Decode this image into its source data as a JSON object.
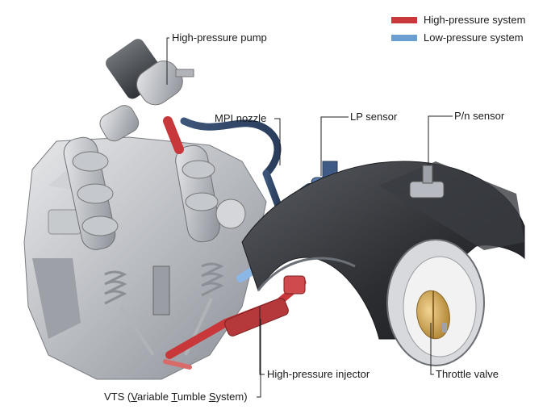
{
  "legend": {
    "high": {
      "label": "High-pressure system",
      "color": "#c8383a"
    },
    "low": {
      "label": "Low-pressure system",
      "color": "#6a9fd2"
    }
  },
  "labels": {
    "hp_pump": "High-pressure pump",
    "mpi_nozzle": "MPI nozzle",
    "lp_sensor": "LP sensor",
    "pn_sensor": "P/n sensor",
    "hp_injector": "High-pressure injector",
    "throttle_valve": "Throttle valve",
    "vts": {
      "prefix": "VTS (",
      "v": "V",
      "ariable": "ariable ",
      "t": "T",
      "umble": "umble ",
      "s": "S",
      "ystem": "ystem)"
    }
  }
}
